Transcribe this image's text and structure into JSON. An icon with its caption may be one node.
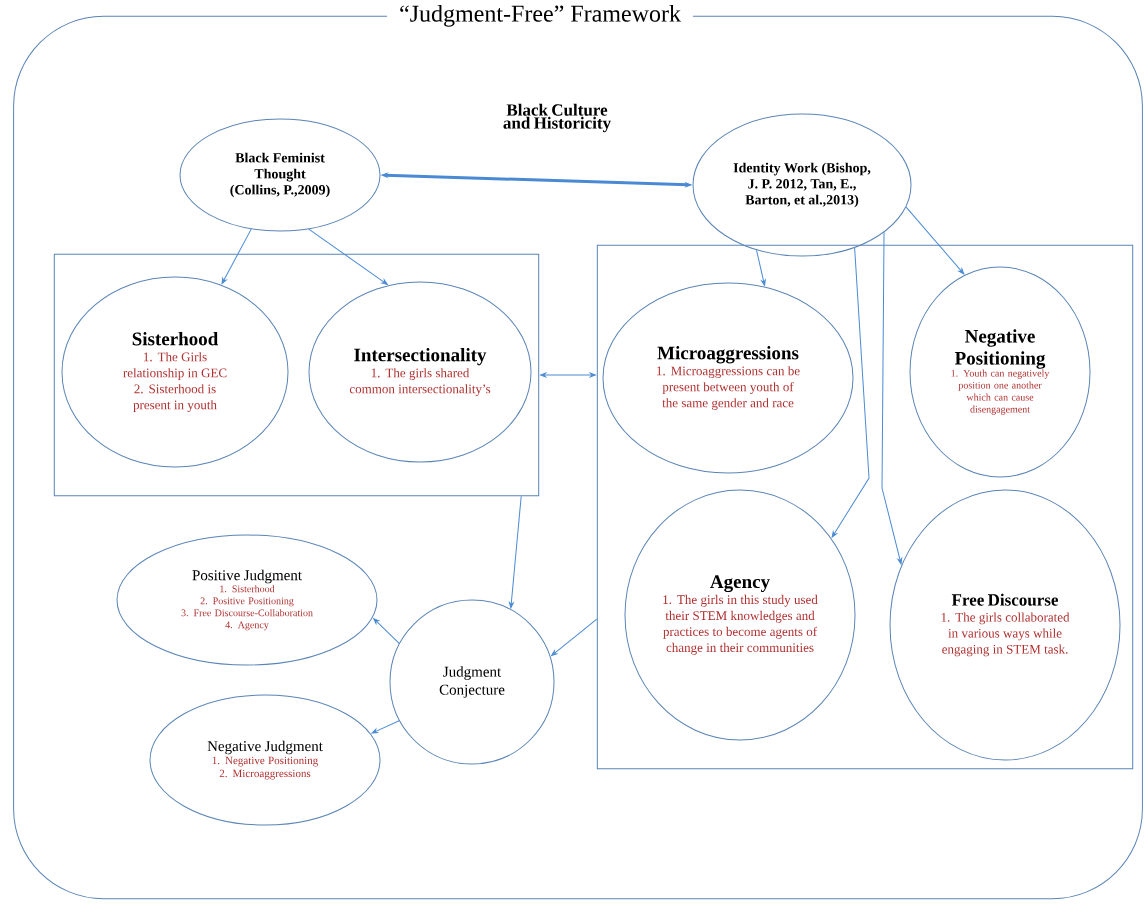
{
  "diagram": {
    "nodes": [
      {
        "text": [
          "“Judgment-Free” Framework"
        ]
      },
      {
        "text": [
          "Black Feminist Thought (Collins, P.,2009)"
        ],
        "in": 0
      },
      {
        "text": [
          "Identity Work (Bishop, J. P. 2012, Tan, E., Barton, et al.,2013)"
        ],
        "in": 0
      },
      {
        "text": [],
        "shape": "box",
        "in": 0
      },
      {
        "text": [
          "Sisterhood",
          "1. The Girls relationship in GEC",
          "2. Sisterhood is present in youth"
        ],
        "in": 3
      },
      {
        "text": [
          "Intersectionality",
          "1. The girls shared common intersectionality’s"
        ],
        "in": 3
      },
      {
        "text": [],
        "shape": "box",
        "in": 0
      },
      {
        "text": [
          "Microaggressions",
          "1. Microaggressions can be present between youth of the same gender and race"
        ],
        "in": 6
      },
      {
        "text": [
          "Negative Positioning",
          "1. Youth can negatively position one another which can cause disengagement"
        ],
        "in": 6
      },
      {
        "text": [
          "Agency",
          "1. The girls in this study used their STEM knowledges and practices to become agents of change in their communities"
        ],
        "in": 6
      },
      {
        "text": [
          "Free Discourse",
          "1. The girls collaborated in various ways while engaging in STEM task."
        ],
        "in": 6
      },
      {
        "text": [
          "Positive Judgment",
          "1. Sisterhood",
          "2. Positive Positioning",
          "3. Free Discourse-Collaboration",
          "4. Agency"
        ],
        "in": 0
      },
      {
        "text": [
          "Judgment Conjecture"
        ],
        "in": 0
      },
      {
        "text": [
          "Negative Judgment",
          "1. Negative Positioning",
          "2. Microaggressions"
        ],
        "in": 0
      }
    ],
    "edges": [
      {
        "from": 1,
        "to": 2,
        "arrow": "both",
        "style": "thick"
      },
      {
        "from": 1,
        "to": 4,
        "arrow": "to"
      },
      {
        "from": 1,
        "to": 5,
        "arrow": "to"
      },
      {
        "from": 3,
        "to": 6,
        "arrow": "both"
      },
      {
        "from": 2,
        "to": 7,
        "arrow": "to"
      },
      {
        "from": 2,
        "to": 8,
        "arrow": "to"
      },
      {
        "from": 2,
        "to": 9,
        "arrow": "to"
      },
      {
        "from": 2,
        "to": 10,
        "arrow": "to"
      },
      {
        "from": 3,
        "to": 12,
        "arrow": "to"
      },
      {
        "from": 6,
        "to": 12,
        "arrow": "to"
      },
      {
        "from": 12,
        "to": 11,
        "arrow": "to"
      },
      {
        "from": 12,
        "to": 13,
        "arrow": "to"
      }
    ],
    "labels": [
      "Black Culture and Historicity"
    ]
  }
}
